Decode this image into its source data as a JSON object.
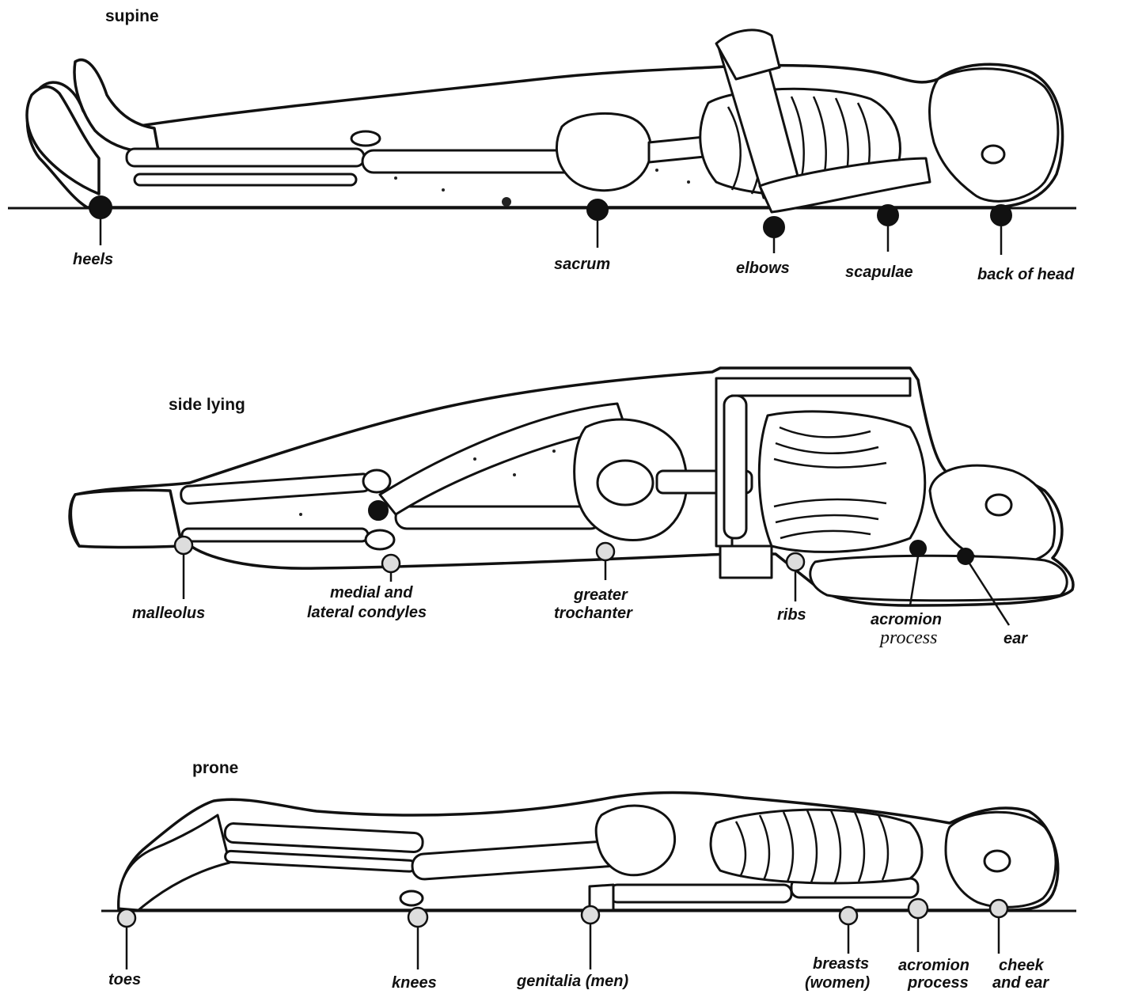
{
  "diagram": {
    "panels": [
      {
        "title": "supine",
        "labels": [
          {
            "text": "heels"
          },
          {
            "text": "sacrum"
          },
          {
            "text": "elbows"
          },
          {
            "text": "scapulae"
          },
          {
            "text": "back of head"
          }
        ]
      },
      {
        "title": "side lying",
        "labels": [
          {
            "line1": "malleolus"
          },
          {
            "line1": "medial and",
            "line2": "lateral condyles"
          },
          {
            "line1": "greater",
            "line2": "trochanter"
          },
          {
            "line1": "ribs"
          },
          {
            "line1": "acromion",
            "line2": "process"
          },
          {
            "line1": "ear"
          }
        ]
      },
      {
        "title": "prone",
        "labels": [
          {
            "line1": "toes"
          },
          {
            "line1": "knees"
          },
          {
            "line1": "genitalia (men)"
          },
          {
            "line1": "breasts",
            "line2": "(women)"
          },
          {
            "line1": "acromion",
            "line2": "process"
          },
          {
            "line1": "cheek",
            "line2": "and ear"
          }
        ]
      }
    ]
  },
  "colors": {
    "ink": "#111111",
    "background": "#ffffff"
  }
}
